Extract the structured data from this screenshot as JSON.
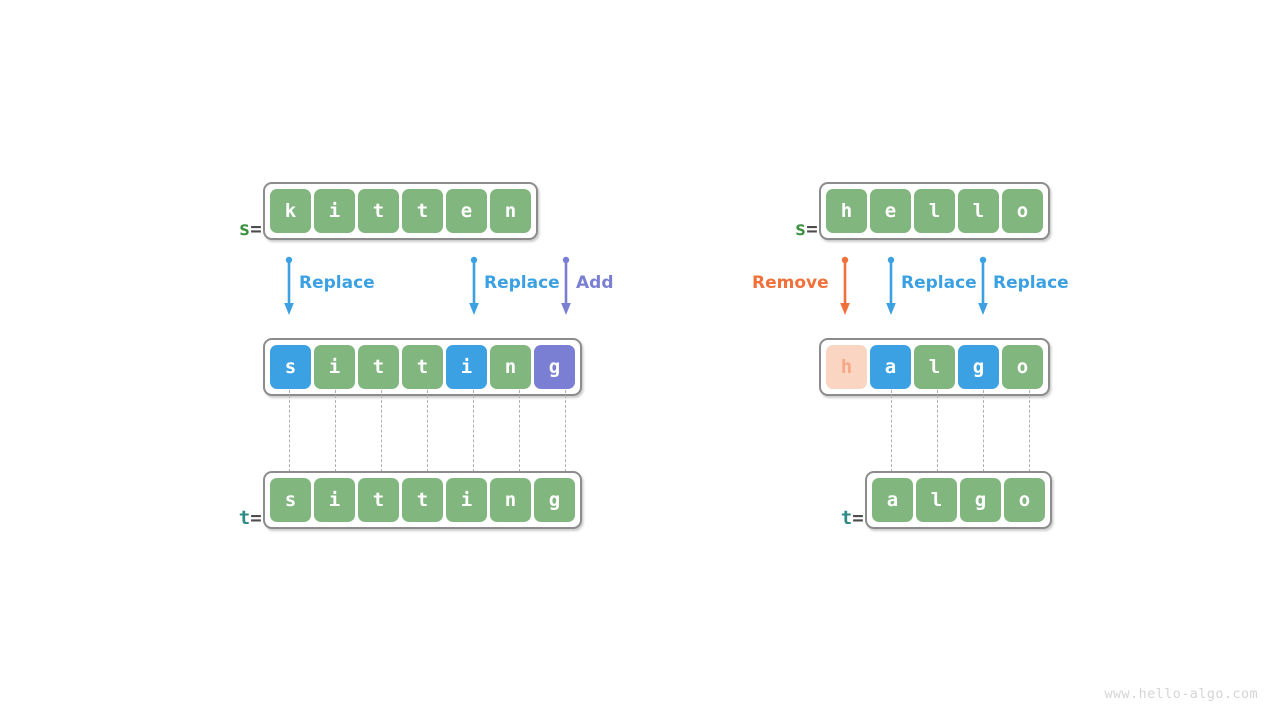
{
  "colors": {
    "green": "#81b77f",
    "blue": "#3ba1e3",
    "purple": "#7b7fd4",
    "salmon_bg": "#fad6c2",
    "salmon_fg": "#f6a887",
    "orange": "#f2703a",
    "label_s": "#3d9140",
    "label_t": "#2e8b85",
    "equals": "#4d4d4d",
    "border": "#8c8c8c",
    "dash": "#b0b0b0",
    "watermark": "#d5d5d5"
  },
  "watermark": "www.hello-algo.com",
  "panels": [
    {
      "id": "kitten-sitting",
      "source": {
        "label_name": "s",
        "label_eq": "=",
        "cells": [
          {
            "char": "k",
            "style": "green"
          },
          {
            "char": "i",
            "style": "green"
          },
          {
            "char": "t",
            "style": "green"
          },
          {
            "char": "t",
            "style": "green"
          },
          {
            "char": "e",
            "style": "green"
          },
          {
            "char": "n",
            "style": "green"
          }
        ]
      },
      "edited": {
        "cells": [
          {
            "char": "s",
            "style": "blue"
          },
          {
            "char": "i",
            "style": "green"
          },
          {
            "char": "t",
            "style": "green"
          },
          {
            "char": "t",
            "style": "green"
          },
          {
            "char": "i",
            "style": "blue"
          },
          {
            "char": "n",
            "style": "green"
          },
          {
            "char": "g",
            "style": "purple"
          }
        ]
      },
      "target": {
        "label_name": "t",
        "label_eq": "=",
        "cells": [
          {
            "char": "s",
            "style": "green"
          },
          {
            "char": "i",
            "style": "green"
          },
          {
            "char": "t",
            "style": "green"
          },
          {
            "char": "t",
            "style": "green"
          },
          {
            "char": "i",
            "style": "green"
          },
          {
            "char": "n",
            "style": "green"
          },
          {
            "char": "g",
            "style": "green"
          }
        ]
      },
      "operations": [
        {
          "label": "Replace",
          "color": "#3ba1e3",
          "label_side": "right"
        },
        {
          "label": "Replace",
          "color": "#3ba1e3",
          "label_side": "right"
        },
        {
          "label": "Add",
          "color": "#7b7fd4",
          "label_side": "right"
        }
      ]
    },
    {
      "id": "hello-algo",
      "source": {
        "label_name": "s",
        "label_eq": "=",
        "cells": [
          {
            "char": "h",
            "style": "green"
          },
          {
            "char": "e",
            "style": "green"
          },
          {
            "char": "l",
            "style": "green"
          },
          {
            "char": "l",
            "style": "green"
          },
          {
            "char": "o",
            "style": "green"
          }
        ]
      },
      "edited": {
        "cells": [
          {
            "char": "h",
            "style": "salmon"
          },
          {
            "char": "a",
            "style": "blue"
          },
          {
            "char": "l",
            "style": "green"
          },
          {
            "char": "g",
            "style": "blue"
          },
          {
            "char": "o",
            "style": "green"
          }
        ]
      },
      "target": {
        "label_name": "t",
        "label_eq": "=",
        "cells": [
          {
            "char": "a",
            "style": "green"
          },
          {
            "char": "l",
            "style": "green"
          },
          {
            "char": "g",
            "style": "green"
          },
          {
            "char": "o",
            "style": "green"
          }
        ]
      },
      "operations": [
        {
          "label": "Remove",
          "color": "#f2703a",
          "label_side": "left"
        },
        {
          "label": "Replace",
          "color": "#3ba1e3",
          "label_side": "right"
        },
        {
          "label": "Replace",
          "color": "#3ba1e3",
          "label_side": "right"
        }
      ]
    }
  ]
}
